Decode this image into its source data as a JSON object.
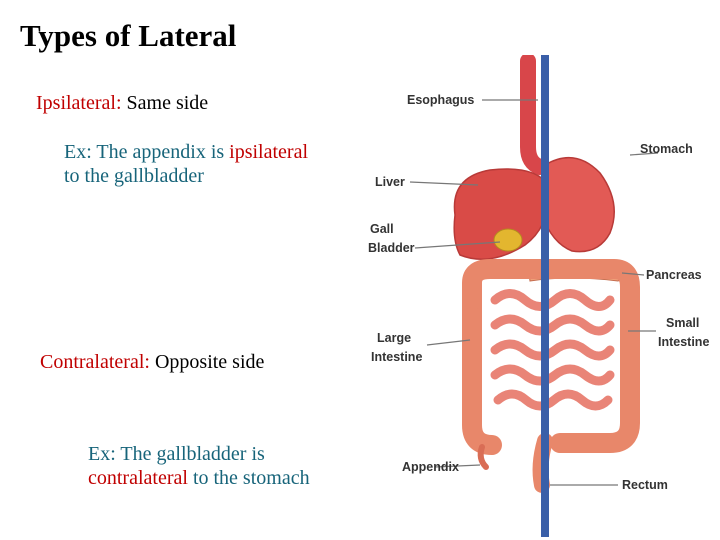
{
  "slide": {
    "title": "Types of Lateral",
    "ipsilateral": {
      "term": "Ipsilateral",
      "sep": ":",
      "def": " Same side"
    },
    "example1": {
      "prefix": "Ex: The appendix is ",
      "term": "ipsilateral",
      "suffix": "to the gallbladder"
    },
    "contralateral": {
      "term": "Contralateral",
      "sep": ":",
      "def": " Opposite side"
    },
    "example2": {
      "line1": "Ex: The gallbladder is",
      "term": "contralateral",
      "suffix": " to the stomach"
    }
  },
  "diagram": {
    "labels": {
      "esophagus": "Esophagus",
      "stomach": "Stomach",
      "liver": "Liver",
      "gall": "Gall",
      "bladder": "Bladder",
      "pancreas": "Pancreas",
      "large": "Large",
      "intestine_l": "Intestine",
      "small": "Small",
      "intestine_s": "Intestine",
      "appendix": "Appendix",
      "rectum": "Rectum"
    },
    "colors": {
      "midline": "#3a5fa8",
      "organ": "#e0504a",
      "intestine": "#e8876a",
      "gallbladder": "#e3b62f"
    }
  }
}
